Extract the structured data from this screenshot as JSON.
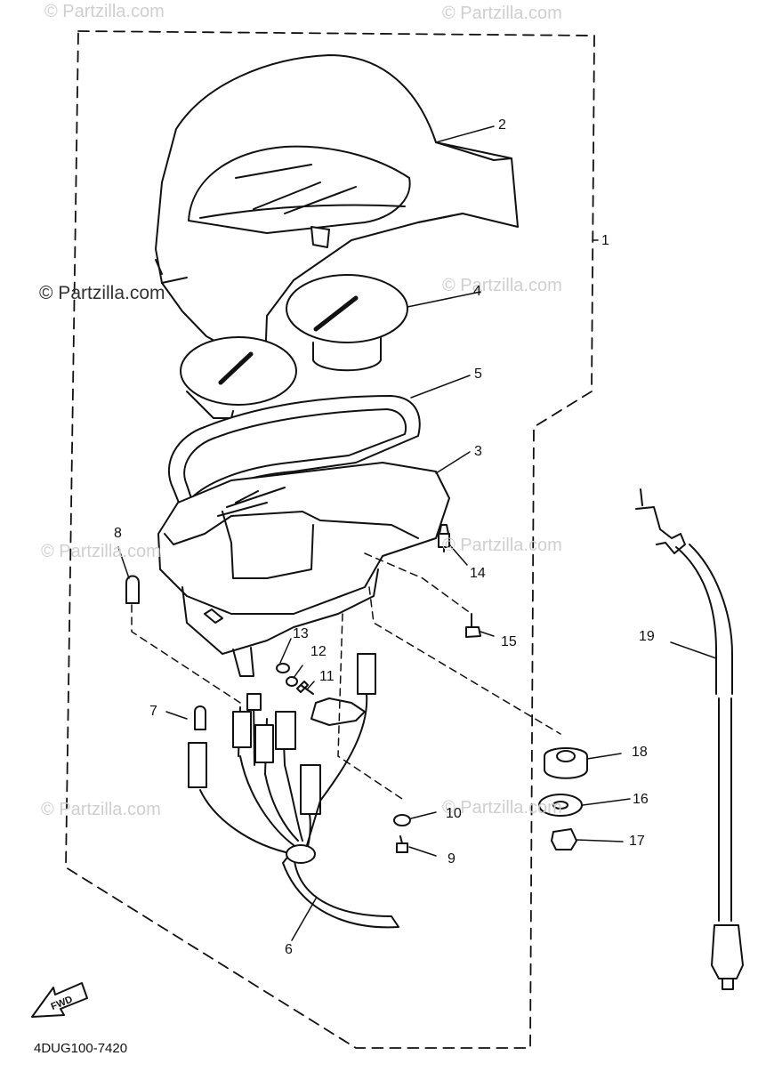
{
  "diagram": {
    "catalog_code": "4DUG100-7420",
    "fwd_label": "FWD",
    "watermark": "Partzilla.com",
    "watermark_copyright": "© Partzilla.com",
    "callouts": [
      "1",
      "2",
      "3",
      "4",
      "5",
      "6",
      "7",
      "8",
      "9",
      "10",
      "11",
      "12",
      "13",
      "14",
      "15",
      "16",
      "17",
      "18",
      "19"
    ]
  }
}
